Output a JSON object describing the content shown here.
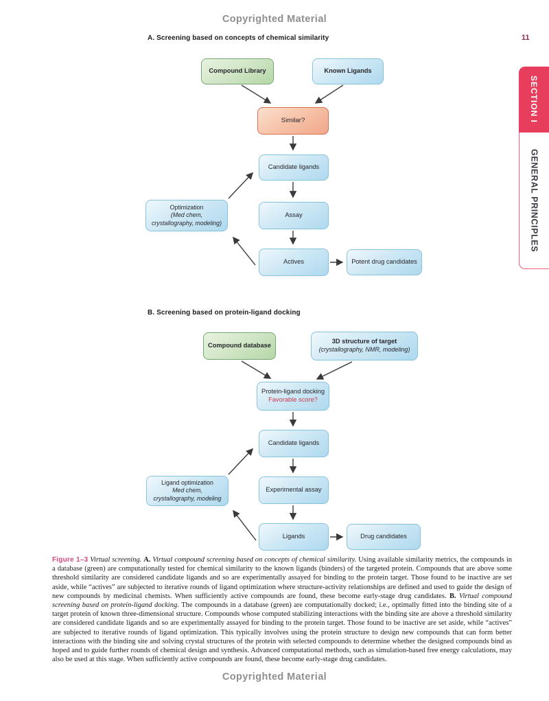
{
  "page": {
    "copyright_top": "Copyrighted Material",
    "copyright_bottom": "Copyrighted Material",
    "page_number": "11"
  },
  "section_tab": {
    "section_label": "SECTION I",
    "section_title": "GENERAL PRINCIPLES"
  },
  "diagram_a": {
    "heading": "A. Screening based on concepts of chemical similarity",
    "boxes": {
      "compound_library": "Compound Library",
      "known_ligands": "Known Ligands",
      "similar": "Similar?",
      "candidate_ligands": "Candidate ligands",
      "assay": "Assay",
      "optimization_line1": "Optimization",
      "optimization_line2": "(Med chem,",
      "optimization_line3": "crystallography, modeling)",
      "actives": "Actives",
      "potent_drug_candidates": "Potent drug candidates"
    }
  },
  "diagram_b": {
    "heading": "B. Screening based on protein-ligand docking",
    "boxes": {
      "compound_database": "Compound database",
      "target_line1": "3D structure of target",
      "target_line2": "(crystallography, NMR, modeling)",
      "docking_line1": "Protein-ligand docking",
      "docking_line2": "Favorable score?",
      "candidate_ligands": "Candidate ligands",
      "ligand_opt_line1": "Ligand optimization",
      "ligand_opt_line2": "Med chem,",
      "ligand_opt_line3": "crystallography, modeling",
      "experimental_assay": "Experimental assay",
      "ligands": "Ligands",
      "drug_candidates": "Drug candidates"
    }
  },
  "caption": {
    "segments": [
      {
        "text": "Figure 1–3",
        "style": "figlabel"
      },
      {
        "text": "  ",
        "style": "normal"
      },
      {
        "text": "Virtual screening. ",
        "style": "italic"
      },
      {
        "text": "A. ",
        "style": "bold"
      },
      {
        "text": "Virtual compound screening based on concepts of chemical similarity. ",
        "style": "italic"
      },
      {
        "text": "Using available similarity metrics, the compounds in a database (green) are computationally tested for chemical similarity to the known ligands (binders) of the targeted protein. Compounds that are above some threshold similarity are considered candidate ligands and so are experimentally assayed for binding to the protein target. Those found to be inactive are set aside, while “actives” are subjected to iterative rounds of ligand optimization where structure-activity relationships are defined and used to guide the design of new compounds by medicinal chemists. When sufficiently active compounds are found, these become early-stage drug candidates. ",
        "style": "normal"
      },
      {
        "text": "B. ",
        "style": "bold"
      },
      {
        "text": "Virtual compound screening based on protein-ligand docking. ",
        "style": "italic"
      },
      {
        "text": "The compounds in a database (green) are computationally docked; i.e., optimally fitted into the binding site of a target protein of known three-dimensional structure. Compounds whose computed stabilizing interactions with the binding site are above a threshold similarity are considered candidate ligands and so are experimentally assayed for binding to the protein target. Those found to be inactive are set aside, while “actives” are subjected to iterative rounds of ligand optimization. This typically involves using the protein structure to design new compounds that can form better interactions with the binding site and solving crystal structures of the protein with selected compounds to determine whether the designed compounds bind as hoped and to guide further rounds of chemical design and synthesis. Advanced computational methods, such as simulation-based free energy calculations, may also be used at this stage. When sufficiently active compounds are found, these become early-stage drug candidates.",
        "style": "normal"
      }
    ]
  },
  "colors": {
    "tab_red": "#e73e5d",
    "figure_label_pink": "#d84a78",
    "page_number_maroon": "#8e2a55",
    "favorable_score_red": "#cc3d4e",
    "box_blue_border": "#87c2dd",
    "box_green_border": "#73a873",
    "box_orange_border": "#da7153",
    "copyright_gray": "#8f8f8f"
  }
}
